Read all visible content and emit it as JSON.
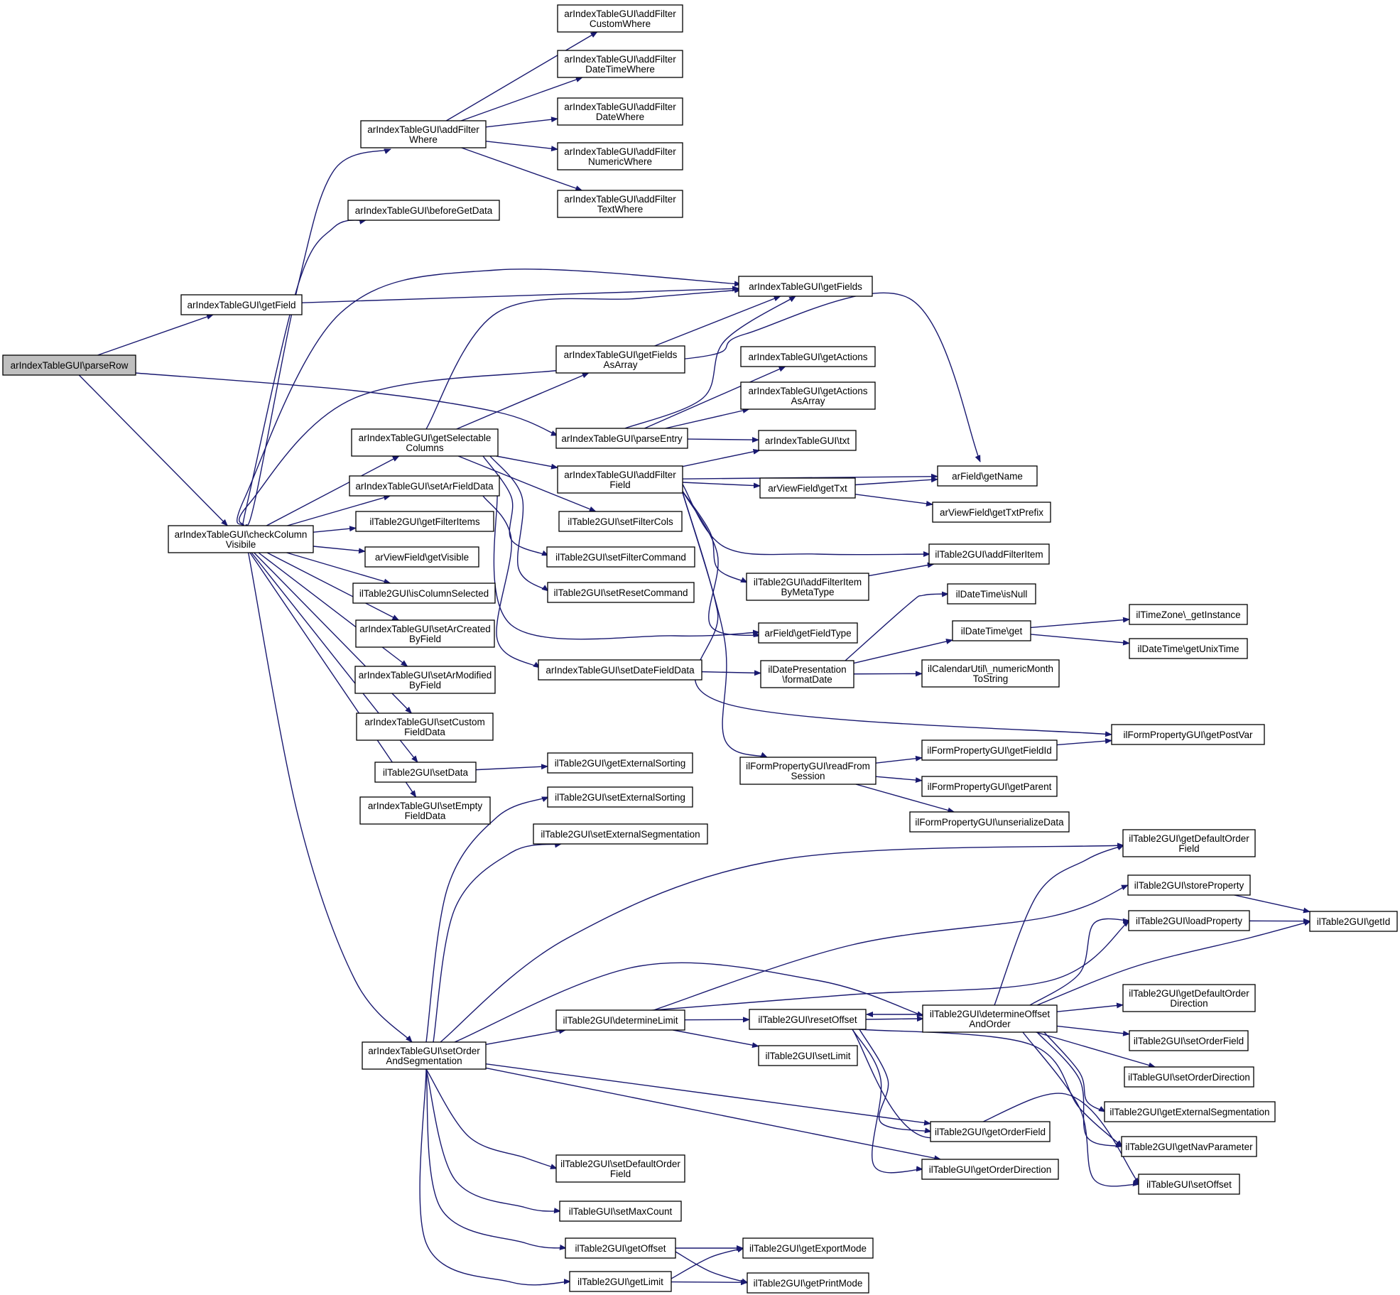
{
  "diagram": {
    "type": "call-graph",
    "edge_color": "#191970",
    "root_fill": "#bfbfbf",
    "nodes": [
      {
        "id": "parseRow",
        "lines": [
          "arIndexTableGUI\\parseRow"
        ],
        "root": true
      },
      {
        "id": "getField",
        "lines": [
          "arIndexTableGUI\\getField"
        ]
      },
      {
        "id": "checkColumnVisibile",
        "lines": [
          "arIndexTableGUI\\checkColumn",
          "Visibile"
        ]
      },
      {
        "id": "addFilterWhere",
        "lines": [
          "arIndexTableGUI\\addFilter",
          "Where"
        ]
      },
      {
        "id": "beforeGetData",
        "lines": [
          "arIndexTableGUI\\beforeGetData"
        ]
      },
      {
        "id": "getSelectableColumns",
        "lines": [
          "arIndexTableGUI\\getSelectable",
          "Columns"
        ]
      },
      {
        "id": "setArFieldData",
        "lines": [
          "arIndexTableGUI\\setArFieldData"
        ]
      },
      {
        "id": "getFilterItems",
        "lines": [
          "ilTable2GUI\\getFilterItems"
        ]
      },
      {
        "id": "getVisible",
        "lines": [
          "arViewField\\getVisible"
        ]
      },
      {
        "id": "isColumnSelected",
        "lines": [
          "ilTable2GUI\\isColumnSelected"
        ]
      },
      {
        "id": "setArCreatedByField",
        "lines": [
          "arIndexTableGUI\\setArCreated",
          "ByField"
        ]
      },
      {
        "id": "setArModifiedByField",
        "lines": [
          "arIndexTableGUI\\setArModified",
          "ByField"
        ]
      },
      {
        "id": "setCustomFieldData",
        "lines": [
          "arIndexTableGUI\\setCustom",
          "FieldData"
        ]
      },
      {
        "id": "setData",
        "lines": [
          "ilTable2GUI\\setData"
        ]
      },
      {
        "id": "setEmptyFieldData",
        "lines": [
          "arIndexTableGUI\\setEmpty",
          "FieldData"
        ]
      },
      {
        "id": "setOrderAndSegmentation",
        "lines": [
          "arIndexTableGUI\\setOrder",
          "AndSegmentation"
        ]
      },
      {
        "id": "addFilterCustomWhere",
        "lines": [
          "arIndexTableGUI\\addFilter",
          "CustomWhere"
        ]
      },
      {
        "id": "addFilterDateTimeWhere",
        "lines": [
          "arIndexTableGUI\\addFilter",
          "DateTimeWhere"
        ]
      },
      {
        "id": "addFilterDateWhere",
        "lines": [
          "arIndexTableGUI\\addFilter",
          "DateWhere"
        ]
      },
      {
        "id": "addFilterNumericWhere",
        "lines": [
          "arIndexTableGUI\\addFilter",
          "NumericWhere"
        ]
      },
      {
        "id": "addFilterTextWhere",
        "lines": [
          "arIndexTableGUI\\addFilter",
          "TextWhere"
        ]
      },
      {
        "id": "getFieldsAsArray",
        "lines": [
          "arIndexTableGUI\\getFields",
          "AsArray"
        ]
      },
      {
        "id": "parseEntry",
        "lines": [
          "arIndexTableGUI\\parseEntry"
        ]
      },
      {
        "id": "addFilterField",
        "lines": [
          "arIndexTableGUI\\addFilter",
          "Field"
        ]
      },
      {
        "id": "setFilterCols",
        "lines": [
          "ilTable2GUI\\setFilterCols"
        ]
      },
      {
        "id": "setFilterCommand",
        "lines": [
          "ilTable2GUI\\setFilterCommand"
        ]
      },
      {
        "id": "setResetCommand",
        "lines": [
          "ilTable2GUI\\setResetCommand"
        ]
      },
      {
        "id": "setDateFieldData",
        "lines": [
          "arIndexTableGUI\\setDateFieldData"
        ]
      },
      {
        "id": "getExternalSorting",
        "lines": [
          "ilTable2GUI\\getExternalSorting"
        ]
      },
      {
        "id": "setExternalSorting",
        "lines": [
          "ilTable2GUI\\setExternalSorting"
        ]
      },
      {
        "id": "setExternalSegmentation",
        "lines": [
          "ilTable2GUI\\setExternalSegmentation"
        ]
      },
      {
        "id": "determineLimit",
        "lines": [
          "ilTable2GUI\\determineLimit"
        ]
      },
      {
        "id": "setDefaultOrderField",
        "lines": [
          "ilTable2GUI\\setDefaultOrder",
          "Field"
        ]
      },
      {
        "id": "setMaxCount",
        "lines": [
          "ilTableGUI\\setMaxCount"
        ]
      },
      {
        "id": "getOffset",
        "lines": [
          "ilTable2GUI\\getOffset"
        ]
      },
      {
        "id": "getLimit",
        "lines": [
          "ilTable2GUI\\getLimit"
        ]
      },
      {
        "id": "getFields",
        "lines": [
          "arIndexTableGUI\\getFields"
        ]
      },
      {
        "id": "getActions",
        "lines": [
          "arIndexTableGUI\\getActions"
        ]
      },
      {
        "id": "getActionsAsArray",
        "lines": [
          "arIndexTableGUI\\getActions",
          "AsArray"
        ]
      },
      {
        "id": "txt",
        "lines": [
          "arIndexTableGUI\\txt"
        ]
      },
      {
        "id": "getTxt",
        "lines": [
          "arViewField\\getTxt"
        ]
      },
      {
        "id": "addFilterItemByMetaType",
        "lines": [
          "ilTable2GUI\\addFilterItem",
          "ByMetaType"
        ]
      },
      {
        "id": "getFieldType",
        "lines": [
          "arField\\getFieldType"
        ]
      },
      {
        "id": "formatDate",
        "lines": [
          "ilDatePresentation",
          "\\formatDate"
        ]
      },
      {
        "id": "readFromSession",
        "lines": [
          "ilFormPropertyGUI\\readFrom",
          "Session"
        ]
      },
      {
        "id": "resetOffset",
        "lines": [
          "ilTable2GUI\\resetOffset"
        ]
      },
      {
        "id": "setLimit",
        "lines": [
          "ilTable2GUI\\setLimit"
        ]
      },
      {
        "id": "getExportMode",
        "lines": [
          "ilTable2GUI\\getExportMode"
        ]
      },
      {
        "id": "getPrintMode",
        "lines": [
          "ilTable2GUI\\getPrintMode"
        ]
      },
      {
        "id": "getName",
        "lines": [
          "arField\\getName"
        ]
      },
      {
        "id": "getTxtPrefix",
        "lines": [
          "arViewField\\getTxtPrefix"
        ]
      },
      {
        "id": "addFilterItem",
        "lines": [
          "ilTable2GUI\\addFilterItem"
        ]
      },
      {
        "id": "isNull",
        "lines": [
          "ilDateTime\\isNull"
        ]
      },
      {
        "id": "dtGet",
        "lines": [
          "ilDateTime\\get"
        ]
      },
      {
        "id": "numericMonthToString",
        "lines": [
          "ilCalendarUtil\\_numericMonth",
          "ToString"
        ]
      },
      {
        "id": "getFieldId",
        "lines": [
          "ilFormPropertyGUI\\getFieldId"
        ]
      },
      {
        "id": "getParent",
        "lines": [
          "ilFormPropertyGUI\\getParent"
        ]
      },
      {
        "id": "unserializeData",
        "lines": [
          "ilFormPropertyGUI\\unserializeData"
        ]
      },
      {
        "id": "determineOffsetAndOrder",
        "lines": [
          "ilTable2GUI\\determineOffset",
          "AndOrder"
        ]
      },
      {
        "id": "getOrderField",
        "lines": [
          "ilTable2GUI\\getOrderField"
        ]
      },
      {
        "id": "getOrderDirection",
        "lines": [
          "ilTableGUI\\getOrderDirection"
        ]
      },
      {
        "id": "getInstance",
        "lines": [
          "ilTimeZone\\_getInstance"
        ]
      },
      {
        "id": "getUnixTime",
        "lines": [
          "ilDateTime\\getUnixTime"
        ]
      },
      {
        "id": "getPostVar",
        "lines": [
          "ilFormPropertyGUI\\getPostVar"
        ]
      },
      {
        "id": "getDefaultOrderField",
        "lines": [
          "ilTable2GUI\\getDefaultOrder",
          "Field"
        ]
      },
      {
        "id": "storeProperty",
        "lines": [
          "ilTable2GUI\\storeProperty"
        ]
      },
      {
        "id": "loadProperty",
        "lines": [
          "ilTable2GUI\\loadProperty"
        ]
      },
      {
        "id": "getDefaultOrderDirection",
        "lines": [
          "ilTable2GUI\\getDefaultOrder",
          "Direction"
        ]
      },
      {
        "id": "setOrderField",
        "lines": [
          "ilTable2GUI\\setOrderField"
        ]
      },
      {
        "id": "setOrderDirection",
        "lines": [
          "ilTableGUI\\setOrderDirection"
        ]
      },
      {
        "id": "getExternalSegmentation",
        "lines": [
          "ilTable2GUI\\getExternalSegmentation"
        ]
      },
      {
        "id": "getNavParameter",
        "lines": [
          "ilTable2GUI\\getNavParameter"
        ]
      },
      {
        "id": "setOffset",
        "lines": [
          "ilTableGUI\\setOffset"
        ]
      },
      {
        "id": "getId",
        "lines": [
          "ilTable2GUI\\getId"
        ]
      }
    ],
    "edges": [
      [
        "parseRow",
        "getField"
      ],
      [
        "parseRow",
        "checkColumnVisibile"
      ],
      [
        "parseRow",
        "parseEntry"
      ],
      [
        "getField",
        "getFields"
      ],
      [
        "checkColumnVisibile",
        "addFilterWhere"
      ],
      [
        "checkColumnVisibile",
        "beforeGetData"
      ],
      [
        "checkColumnVisibile",
        "getFields"
      ],
      [
        "checkColumnVisibile",
        "getName"
      ],
      [
        "checkColumnVisibile",
        "getSelectableColumns"
      ],
      [
        "checkColumnVisibile",
        "setArFieldData"
      ],
      [
        "checkColumnVisibile",
        "getFilterItems"
      ],
      [
        "checkColumnVisibile",
        "getVisible"
      ],
      [
        "checkColumnVisibile",
        "isColumnSelected"
      ],
      [
        "checkColumnVisibile",
        "setArCreatedByField"
      ],
      [
        "checkColumnVisibile",
        "setArModifiedByField"
      ],
      [
        "checkColumnVisibile",
        "setCustomFieldData"
      ],
      [
        "checkColumnVisibile",
        "setData"
      ],
      [
        "checkColumnVisibile",
        "setEmptyFieldData"
      ],
      [
        "checkColumnVisibile",
        "setOrderAndSegmentation"
      ],
      [
        "addFilterWhere",
        "addFilterCustomWhere"
      ],
      [
        "addFilterWhere",
        "addFilterDateTimeWhere"
      ],
      [
        "addFilterWhere",
        "addFilterDateWhere"
      ],
      [
        "addFilterWhere",
        "addFilterNumericWhere"
      ],
      [
        "addFilterWhere",
        "addFilterTextWhere"
      ],
      [
        "getSelectableColumns",
        "getFields"
      ],
      [
        "getSelectableColumns",
        "getFieldsAsArray"
      ],
      [
        "getSelectableColumns",
        "addFilterField"
      ],
      [
        "getSelectableColumns",
        "setFilterCols"
      ],
      [
        "getSelectableColumns",
        "setFilterCommand"
      ],
      [
        "getSelectableColumns",
        "setResetCommand"
      ],
      [
        "getFieldsAsArray",
        "getFields"
      ],
      [
        "setArFieldData",
        "getFieldType"
      ],
      [
        "setArFieldData",
        "setDateFieldData"
      ],
      [
        "setData",
        "getExternalSorting"
      ],
      [
        "parseEntry",
        "getFields"
      ],
      [
        "parseEntry",
        "getActions"
      ],
      [
        "parseEntry",
        "getActionsAsArray"
      ],
      [
        "parseEntry",
        "txt"
      ],
      [
        "addFilterField",
        "txt"
      ],
      [
        "addFilterField",
        "getName"
      ],
      [
        "addFilterField",
        "getTxt"
      ],
      [
        "addFilterField",
        "addFilterItem"
      ],
      [
        "addFilterField",
        "addFilterItemByMetaType"
      ],
      [
        "addFilterField",
        "getFieldType"
      ],
      [
        "addFilterField",
        "getPostVar"
      ],
      [
        "addFilterField",
        "readFromSession"
      ],
      [
        "getTxt",
        "getName"
      ],
      [
        "getTxt",
        "getTxtPrefix"
      ],
      [
        "addFilterItemByMetaType",
        "addFilterItem"
      ],
      [
        "setDateFieldData",
        "formatDate"
      ],
      [
        "formatDate",
        "isNull"
      ],
      [
        "formatDate",
        "dtGet"
      ],
      [
        "formatDate",
        "numericMonthToString"
      ],
      [
        "dtGet",
        "getInstance"
      ],
      [
        "dtGet",
        "getUnixTime"
      ],
      [
        "readFromSession",
        "getFieldId"
      ],
      [
        "readFromSession",
        "getParent"
      ],
      [
        "readFromSession",
        "unserializeData"
      ],
      [
        "getFieldId",
        "getPostVar"
      ],
      [
        "setOrderAndSegmentation",
        "setExternalSorting"
      ],
      [
        "setOrderAndSegmentation",
        "setExternalSegmentation"
      ],
      [
        "setOrderAndSegmentation",
        "getDefaultOrderField"
      ],
      [
        "setOrderAndSegmentation",
        "determineOffsetAndOrder"
      ],
      [
        "setOrderAndSegmentation",
        "determineLimit"
      ],
      [
        "setOrderAndSegmentation",
        "getOrderField"
      ],
      [
        "setOrderAndSegmentation",
        "getOrderDirection"
      ],
      [
        "setOrderAndSegmentation",
        "setDefaultOrderField"
      ],
      [
        "setOrderAndSegmentation",
        "setMaxCount"
      ],
      [
        "setOrderAndSegmentation",
        "getOffset"
      ],
      [
        "setOrderAndSegmentation",
        "getLimit"
      ],
      [
        "determineLimit",
        "storeProperty"
      ],
      [
        "determineLimit",
        "loadProperty"
      ],
      [
        "determineLimit",
        "resetOffset"
      ],
      [
        "determineLimit",
        "setLimit"
      ],
      [
        "resetOffset",
        "determineOffsetAndOrder"
      ],
      [
        "resetOffset",
        "getOrderField"
      ],
      [
        "resetOffset",
        "getOrderDirection"
      ],
      [
        "resetOffset",
        "getNavParameter"
      ],
      [
        "resetOffset",
        "setOffset"
      ],
      [
        "determineOffsetAndOrder",
        "resetOffset"
      ],
      [
        "determineOffsetAndOrder",
        "getDefaultOrderField"
      ],
      [
        "determineOffsetAndOrder",
        "loadProperty"
      ],
      [
        "determineOffsetAndOrder",
        "getId"
      ],
      [
        "determineOffsetAndOrder",
        "getDefaultOrderDirection"
      ],
      [
        "determineOffsetAndOrder",
        "setOrderField"
      ],
      [
        "determineOffsetAndOrder",
        "setOrderDirection"
      ],
      [
        "determineOffsetAndOrder",
        "getExternalSegmentation"
      ],
      [
        "determineOffsetAndOrder",
        "getNavParameter"
      ],
      [
        "determineOffsetAndOrder",
        "setOffset"
      ],
      [
        "storeProperty",
        "getId"
      ],
      [
        "loadProperty",
        "getId"
      ],
      [
        "getOffset",
        "getExportMode"
      ],
      [
        "getOffset",
        "getPrintMode"
      ],
      [
        "getLimit",
        "getExportMode"
      ],
      [
        "getLimit",
        "getPrintMode"
      ]
    ]
  }
}
